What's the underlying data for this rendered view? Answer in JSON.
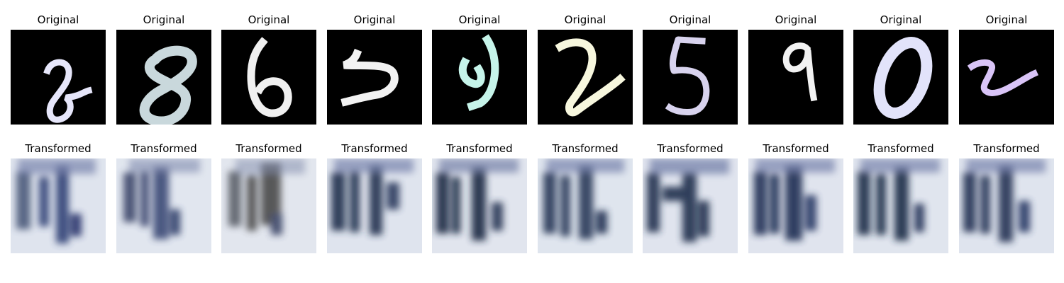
{
  "figure": {
    "top_row_label": "Original",
    "bottom_row_label": "Transformed",
    "columns": [
      {
        "original": {
          "digit": "2",
          "stroke_color": "#e6e6fa",
          "caption": "Original"
        },
        "transformed": {
          "caption": "Transformed",
          "dark_color": "#2f3f74"
        }
      },
      {
        "original": {
          "digit": "8",
          "stroke_color": "#c9d8dc",
          "caption": "Original"
        },
        "transformed": {
          "caption": "Transformed",
          "dark_color": "#34406a"
        }
      },
      {
        "original": {
          "digit": "6",
          "stroke_color": "#f0f0f0",
          "caption": "Original"
        },
        "transformed": {
          "caption": "Transformed",
          "dark_color": "#4a4a4a"
        }
      },
      {
        "original": {
          "digit": "2",
          "stroke_color": "#f2f2f2",
          "caption": "Original"
        },
        "transformed": {
          "caption": "Transformed",
          "dark_color": "#22324f"
        }
      },
      {
        "original": {
          "digit": "0",
          "stroke_color": "#c6f4ea",
          "caption": "Original"
        },
        "transformed": {
          "caption": "Transformed",
          "dark_color": "#1e2c44"
        }
      },
      {
        "original": {
          "digit": "2",
          "stroke_color": "#f7f7de",
          "caption": "Original"
        },
        "transformed": {
          "caption": "Transformed",
          "dark_color": "#2c3a5a"
        }
      },
      {
        "original": {
          "digit": "5",
          "stroke_color": "#d8d3ee",
          "caption": "Original"
        },
        "transformed": {
          "caption": "Transformed",
          "dark_color": "#22304f"
        }
      },
      {
        "original": {
          "digit": "9",
          "stroke_color": "#f2f2f2",
          "caption": "Original"
        },
        "transformed": {
          "caption": "Transformed",
          "dark_color": "#223056"
        }
      },
      {
        "original": {
          "digit": "0",
          "stroke_color": "#e2e3fa",
          "caption": "Original"
        },
        "transformed": {
          "caption": "Transformed",
          "dark_color": "#1f2d4a"
        }
      },
      {
        "original": {
          "digit": "2",
          "stroke_color": "#d9c4f7",
          "caption": "Original"
        },
        "transformed": {
          "caption": "Transformed",
          "dark_color": "#263457"
        }
      }
    ]
  }
}
